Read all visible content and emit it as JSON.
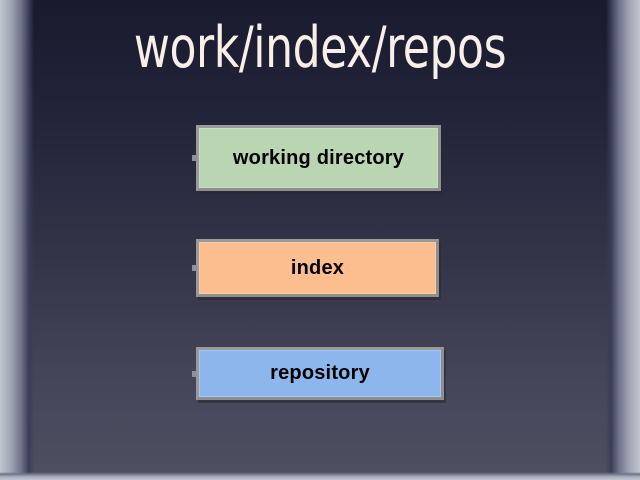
{
  "slide": {
    "title": "work/index/repos",
    "background_top_color": "#191a2d",
    "background_bottom_color": "#4e4f60",
    "title_color": "#f7efe8",
    "edge_color": "#c2c6d2"
  },
  "diagram": {
    "type": "stack",
    "nodes": [
      {
        "id": "working-directory",
        "label": "working directory",
        "fill_color": "#b9d5b2",
        "border_color": "#9a9a9a",
        "text_color": "#000000"
      },
      {
        "id": "index",
        "label": "index",
        "fill_color": "#fcbe8e",
        "border_color": "#9a9a9a",
        "text_color": "#000000"
      },
      {
        "id": "repository",
        "label": "repository",
        "fill_color": "#8db6ed",
        "border_color": "#9a9a9a",
        "text_color": "#000000"
      }
    ]
  }
}
